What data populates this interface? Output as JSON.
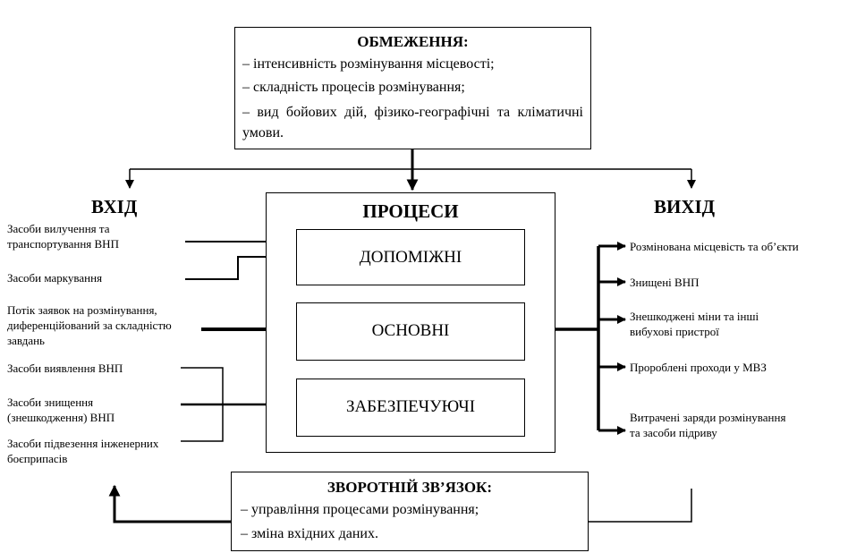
{
  "constraints": {
    "title": "ОБМЕЖЕННЯ:",
    "items": [
      "– інтенсивність розмінування місцевості;",
      "– складність процесів розмінування;",
      "– вид бойових дій, фізико-географічні та кліматичні умови."
    ]
  },
  "input": {
    "title": "ВХІД",
    "items": [
      "Засоби вилучення та транспортування ВНП",
      "Засоби маркування",
      "Потік заявок на розмінування, диференційований за складністю завдань",
      "Засоби виявлення ВНП",
      "Засоби знищення (знешкодження) ВНП",
      "Засоби підвезення інженерних боєприпасів"
    ]
  },
  "processes": {
    "title": "ПРОЦЕСИ",
    "auxiliary": "ДОПОМІЖНІ",
    "main": "ОСНОВНІ",
    "support": "ЗАБЕЗПЕЧУЮЧІ"
  },
  "output": {
    "title": "ВИХІД",
    "items": [
      "Розмінована місцевість та об’єкти",
      "Знищені ВНП",
      "Знешкоджені міни та інші вибухові пристрої",
      "Пророблені проходи у МВЗ",
      "Витрачені заряди розмінування та засоби підриву"
    ]
  },
  "feedback": {
    "title": "ЗВОРОТНІЙ ЗВ’ЯЗОК:",
    "items": [
      "– управління процесами розмінування;",
      "– зміна вхідних даних."
    ]
  }
}
